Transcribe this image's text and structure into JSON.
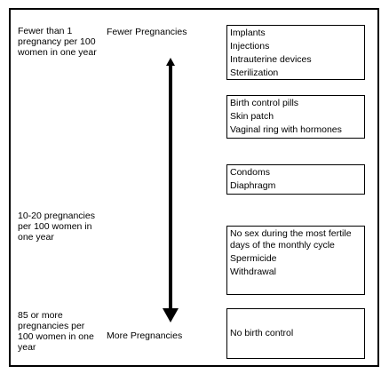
{
  "rates": {
    "low": "Fewer than 1 pregnancy per 100 women in one year",
    "mid": "10-20 pregnancies per 100 women in one year",
    "high": "85 or more pregnancies per 100 women in one year"
  },
  "scale": {
    "top_label": "Fewer Pregnancies",
    "bottom_label": "More Pregnancies"
  },
  "methods": {
    "group1": [
      "Implants",
      "Injections",
      "Intrauterine devices",
      "Sterilization"
    ],
    "group2": [
      "Birth control pills",
      "Skin patch",
      "Vaginal ring with hormones"
    ],
    "group3": [
      "Condoms",
      "Diaphragm"
    ],
    "group4": [
      "No sex during the most fertile days of the monthly cycle",
      "Spermicide",
      "Withdrawal"
    ],
    "group5": [
      "No birth control"
    ]
  }
}
